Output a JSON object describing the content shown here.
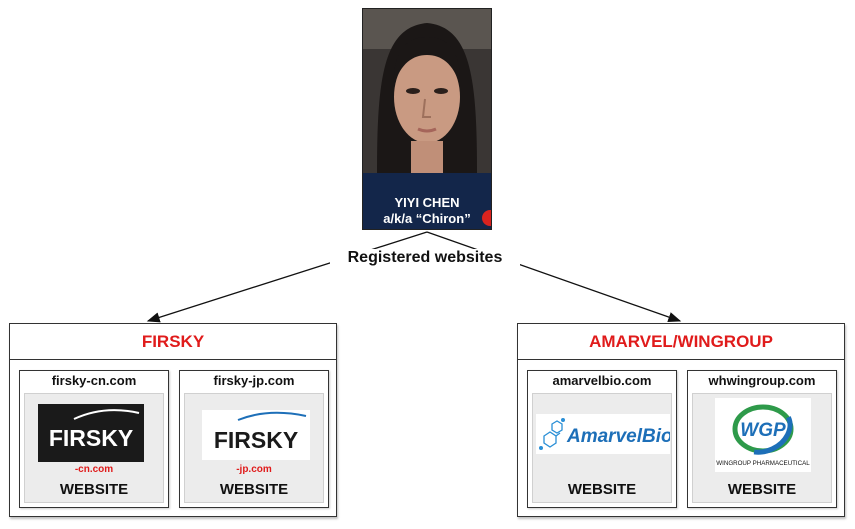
{
  "person": {
    "name": "YIYI CHEN",
    "alias": "a/k/a “Chiron”"
  },
  "connector_label": "Registered websites",
  "groups": [
    {
      "title": "FIRSKY",
      "sites": [
        {
          "domain": "firsky-cn.com",
          "logo_text": "FIRSKY",
          "logo_sub": "-cn.com",
          "label": "WEBSITE"
        },
        {
          "domain": "firsky-jp.com",
          "logo_text": "FIRSKY",
          "logo_sub": "-jp.com",
          "label": "WEBSITE"
        }
      ]
    },
    {
      "title": "AMARVEL/WINGROUP",
      "sites": [
        {
          "domain": "amarvelbio.com",
          "logo_text": "AmarvelBio",
          "label": "WEBSITE"
        },
        {
          "domain": "whwingroup.com",
          "logo_text": "WGP",
          "logo_sub": "WINGROUP PHARMACEUTICAL",
          "label": "WEBSITE"
        }
      ]
    }
  ],
  "colors": {
    "accent_red": "#e01b1b",
    "caption_navy": "#13264a",
    "amarvel_blue": "#1d6fb8",
    "wgp_green": "#2e9a4a"
  }
}
